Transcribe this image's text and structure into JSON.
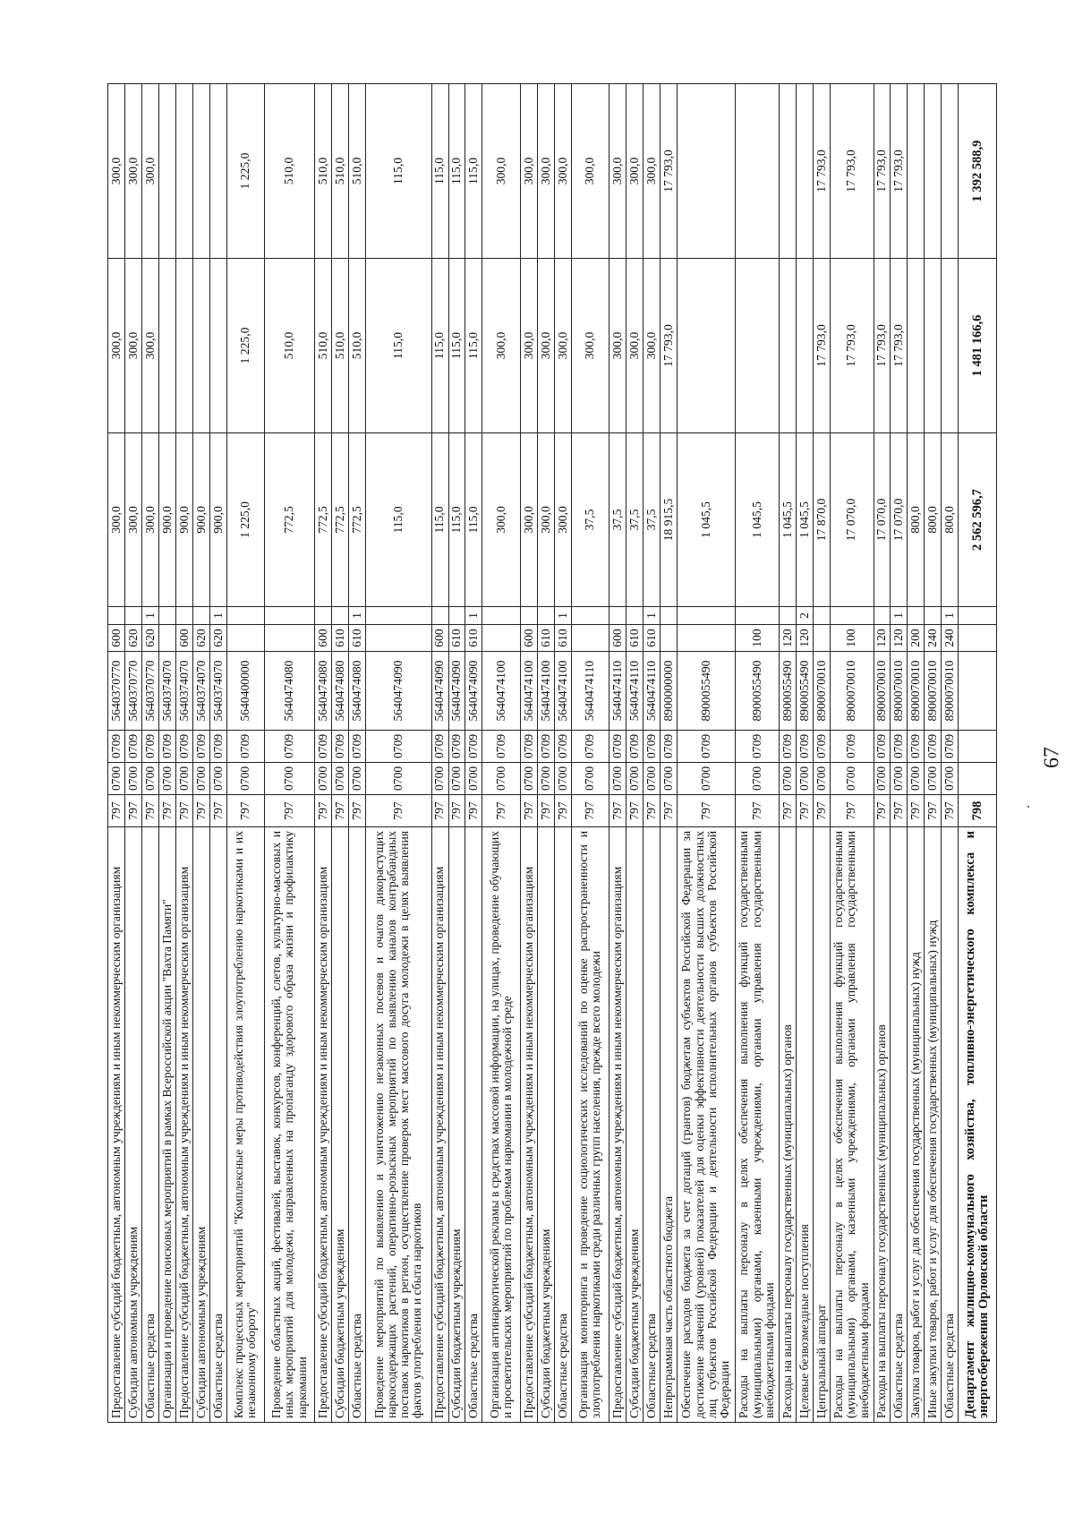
{
  "page_number": "67",
  "rows": [
    {
      "name": "Предоставление субсидий бюджетным, автономным учреждениям и иным некоммерческим организациям",
      "ved": "797",
      "rz": "0700",
      "pr": "0709",
      "csr": "5640370770",
      "vr": "600",
      "prim": "",
      "sum1": "300,0",
      "sum2": "300,0",
      "sum3": "300,0"
    },
    {
      "name": "Субсидии автономным учреждениям",
      "ved": "797",
      "rz": "0700",
      "pr": "0709",
      "csr": "5640370770",
      "vr": "620",
      "prim": "",
      "sum1": "300,0",
      "sum2": "300,0",
      "sum3": "300,0"
    },
    {
      "name": "Областные средства",
      "ved": "797",
      "rz": "0700",
      "pr": "0709",
      "csr": "5640370770",
      "vr": "620",
      "prim": "1",
      "sum1": "300,0",
      "sum2": "300,0",
      "sum3": "300,0"
    },
    {
      "name": "Организация и проведение поисковых мероприятий в рамках Всероссийской акции \"Вахта Памяти\"",
      "ved": "797",
      "rz": "0700",
      "pr": "0709",
      "csr": "5640374070",
      "vr": "",
      "prim": "",
      "sum1": "900,0",
      "sum2": "",
      "sum3": ""
    },
    {
      "name": "Предоставление субсидий бюджетным, автономным учреждениям и иным некоммерческим организациям",
      "ved": "797",
      "rz": "0700",
      "pr": "0709",
      "csr": "5640374070",
      "vr": "600",
      "prim": "",
      "sum1": "900,0",
      "sum2": "",
      "sum3": ""
    },
    {
      "name": "Субсидии автономным учреждениям",
      "ved": "797",
      "rz": "0700",
      "pr": "0709",
      "csr": "5640374070",
      "vr": "620",
      "prim": "",
      "sum1": "900,0",
      "sum2": "",
      "sum3": ""
    },
    {
      "name": "Областные средства",
      "ved": "797",
      "rz": "0700",
      "pr": "0709",
      "csr": "5640374070",
      "vr": "620",
      "prim": "1",
      "sum1": "900,0",
      "sum2": "",
      "sum3": ""
    },
    {
      "name": "Комплекс процессных мероприятий \"Комплексные меры противодействия злоупотреблению наркотиками и их незаконному обороту\"",
      "ved": "797",
      "rz": "0700",
      "pr": "0709",
      "csr": "5640400000",
      "vr": "",
      "prim": "",
      "sum1": "1 225,0",
      "sum2": "1 225,0",
      "sum3": "1 225,0"
    },
    {
      "name": "Проведение областных акций, фестивалей, выставок, конкурсов, конференций, слетов, культурно-массовых и иных мероприятий для молодежи, направленных на пропаганду здорового образа жизни и профилактику наркомании",
      "ved": "797",
      "rz": "0700",
      "pr": "0709",
      "csr": "5640474080",
      "vr": "",
      "prim": "",
      "sum1": "772,5",
      "sum2": "510,0",
      "sum3": "510,0"
    },
    {
      "name": "Предоставление субсидий бюджетным, автономным учреждениям и иным некоммерческим организациям",
      "ved": "797",
      "rz": "0700",
      "pr": "0709",
      "csr": "5640474080",
      "vr": "600",
      "prim": "",
      "sum1": "772,5",
      "sum2": "510,0",
      "sum3": "510,0"
    },
    {
      "name": "Субсидии бюджетным учреждениям",
      "ved": "797",
      "rz": "0700",
      "pr": "0709",
      "csr": "5640474080",
      "vr": "610",
      "prim": "",
      "sum1": "772,5",
      "sum2": "510,0",
      "sum3": "510,0"
    },
    {
      "name": "Областные средства",
      "ved": "797",
      "rz": "0700",
      "pr": "0709",
      "csr": "5640474080",
      "vr": "610",
      "prim": "1",
      "sum1": "772,5",
      "sum2": "510,0",
      "sum3": "510,0"
    },
    {
      "name": "Проведение мероприятий по выявлению и уничтожению незаконных посевов и очагов дикорастущих наркосодержащих растений, оперативно-розыскных мероприятий по выявлению каналов контрабандных поставок наркотиков в регион, осуществление проверок мест массового досуга молодежи в целях выявления фактов употребления и сбыта наркотиков",
      "ved": "797",
      "rz": "0700",
      "pr": "0709",
      "csr": "5640474090",
      "vr": "",
      "prim": "",
      "sum1": "115,0",
      "sum2": "115,0",
      "sum3": "115,0"
    },
    {
      "name": "Предоставление субсидий бюджетным, автономным учреждениям и иным некоммерческим организациям",
      "ved": "797",
      "rz": "0700",
      "pr": "0709",
      "csr": "5640474090",
      "vr": "600",
      "prim": "",
      "sum1": "115,0",
      "sum2": "115,0",
      "sum3": "115,0"
    },
    {
      "name": "Субсидии бюджетным учреждениям",
      "ved": "797",
      "rz": "0700",
      "pr": "0709",
      "csr": "5640474090",
      "vr": "610",
      "prim": "",
      "sum1": "115,0",
      "sum2": "115,0",
      "sum3": "115,0"
    },
    {
      "name": "Областные средства",
      "ved": "797",
      "rz": "0700",
      "pr": "0709",
      "csr": "5640474090",
      "vr": "610",
      "prim": "1",
      "sum1": "115,0",
      "sum2": "115,0",
      "sum3": "115,0"
    },
    {
      "name": "Организация антинаркотической рекламы в средствах массовой информации, на улицах, проведение обучающих и просветительских мероприятий по проблемам наркомании в молодежной среде",
      "ved": "797",
      "rz": "0700",
      "pr": "0709",
      "csr": "5640474100",
      "vr": "",
      "prim": "",
      "sum1": "300,0",
      "sum2": "300,0",
      "sum3": "300,0"
    },
    {
      "name": "Предоставление субсидий бюджетным, автономным учреждениям и иным некоммерческим организациям",
      "ved": "797",
      "rz": "0700",
      "pr": "0709",
      "csr": "5640474100",
      "vr": "600",
      "prim": "",
      "sum1": "300,0",
      "sum2": "300,0",
      "sum3": "300,0"
    },
    {
      "name": "Субсидии бюджетным учреждениям",
      "ved": "797",
      "rz": "0700",
      "pr": "0709",
      "csr": "5640474100",
      "vr": "610",
      "prim": "",
      "sum1": "300,0",
      "sum2": "300,0",
      "sum3": "300,0"
    },
    {
      "name": "Областные средства",
      "ved": "797",
      "rz": "0700",
      "pr": "0709",
      "csr": "5640474100",
      "vr": "610",
      "prim": "1",
      "sum1": "300,0",
      "sum2": "300,0",
      "sum3": "300,0"
    },
    {
      "name": "Организация мониторинга и проведение социологических исследований по оценке распространенности и злоупотребления наркотиками среди различных групп населения, прежде всего молодежи",
      "ved": "797",
      "rz": "0700",
      "pr": "0709",
      "csr": "5640474110",
      "vr": "",
      "prim": "",
      "sum1": "37,5",
      "sum2": "300,0",
      "sum3": "300,0"
    },
    {
      "name": "Предоставление субсидий бюджетным, автономным учреждениям и иным некоммерческим организациям",
      "ved": "797",
      "rz": "0700",
      "pr": "0709",
      "csr": "5640474110",
      "vr": "600",
      "prim": "",
      "sum1": "37,5",
      "sum2": "300,0",
      "sum3": "300,0"
    },
    {
      "name": "Субсидии бюджетным учреждениям",
      "ved": "797",
      "rz": "0700",
      "pr": "0709",
      "csr": "5640474110",
      "vr": "610",
      "prim": "",
      "sum1": "37,5",
      "sum2": "300,0",
      "sum3": "300,0"
    },
    {
      "name": "Областные средства",
      "ved": "797",
      "rz": "0700",
      "pr": "0709",
      "csr": "5640474110",
      "vr": "610",
      "prim": "1",
      "sum1": "37,5",
      "sum2": "300,0",
      "sum3": "300,0"
    },
    {
      "name": "Непрограммная часть областного бюджета",
      "ved": "797",
      "rz": "0700",
      "pr": "0709",
      "csr": "8900000000",
      "vr": "",
      "prim": "",
      "sum1": "18 915,5",
      "sum2": "17 793,0",
      "sum3": "17 793,0"
    },
    {
      "name": "Обеспечение расходов бюджета за счет дотаций (грантов) бюджетам субъектов Российской Федерации за достижение значений (уровней) показателей для оценки эффективности деятельности высших должностных лиц субъектов Российской Федерации и деятельности исполнительных органов субъектов Российской Федерации",
      "ved": "797",
      "rz": "0700",
      "pr": "0709",
      "csr": "8900055490",
      "vr": "",
      "prim": "",
      "sum1": "1 045,5",
      "sum2": "",
      "sum3": ""
    },
    {
      "name": "Расходы на выплаты персоналу в целях обеспечения выполнения функций государственными (муниципальными) органами, казенными учреждениями, органами управления государственными внебюджетными фондами",
      "ved": "797",
      "rz": "0700",
      "pr": "0709",
      "csr": "8900055490",
      "vr": "100",
      "prim": "",
      "sum1": "1 045,5",
      "sum2": "",
      "sum3": ""
    },
    {
      "name": "Расходы на выплаты персоналу государственных (муниципальных) органов",
      "ved": "797",
      "rz": "0700",
      "pr": "0709",
      "csr": "8900055490",
      "vr": "120",
      "prim": "",
      "sum1": "1 045,5",
      "sum2": "",
      "sum3": ""
    },
    {
      "name": "Целевые безвозмездные поступления",
      "ved": "797",
      "rz": "0700",
      "pr": "0709",
      "csr": "8900055490",
      "vr": "120",
      "prim": "2",
      "sum1": "1 045,5",
      "sum2": "",
      "sum3": ""
    },
    {
      "name": "Центральный аппарат",
      "ved": "797",
      "rz": "0700",
      "pr": "0709",
      "csr": "8900070010",
      "vr": "",
      "prim": "",
      "sum1": "17 870,0",
      "sum2": "17 793,0",
      "sum3": "17 793,0"
    },
    {
      "name": "Расходы на выплаты персоналу в целях обеспечения выполнения функций государственными (муниципальными) органами, казенными учреждениями, органами управления государственными внебюджетными фондами",
      "ved": "797",
      "rz": "0700",
      "pr": "0709",
      "csr": "8900070010",
      "vr": "100",
      "prim": "",
      "sum1": "17 070,0",
      "sum2": "17 793,0",
      "sum3": "17 793,0"
    },
    {
      "name": "Расходы на выплаты персоналу государственных (муниципальных) органов",
      "ved": "797",
      "rz": "0700",
      "pr": "0709",
      "csr": "8900070010",
      "vr": "120",
      "prim": "",
      "sum1": "17 070,0",
      "sum2": "17 793,0",
      "sum3": "17 793,0"
    },
    {
      "name": "Областные средства",
      "ved": "797",
      "rz": "0700",
      "pr": "0709",
      "csr": "8900070010",
      "vr": "120",
      "prim": "1",
      "sum1": "17 070,0",
      "sum2": "17 793,0",
      "sum3": "17 793,0"
    },
    {
      "name": "Закупка товаров, работ и услуг для обеспечения государственных (муниципальных) нужд",
      "ved": "797",
      "rz": "0700",
      "pr": "0709",
      "csr": "8900070010",
      "vr": "200",
      "prim": "",
      "sum1": "800,0",
      "sum2": "",
      "sum3": ""
    },
    {
      "name": "Иные закупки товаров, работ и услуг для обеспечения государственных (муниципальных) нужд",
      "ved": "797",
      "rz": "0700",
      "pr": "0709",
      "csr": "8900070010",
      "vr": "240",
      "prim": "",
      "sum1": "800,0",
      "sum2": "",
      "sum3": ""
    },
    {
      "name": "Областные средства",
      "ved": "797",
      "rz": "0700",
      "pr": "0709",
      "csr": "8900070010",
      "vr": "240",
      "prim": "1",
      "sum1": "800,0",
      "sum2": "",
      "sum3": ""
    },
    {
      "name": "Департамент жилищно-коммунального хозяйства, топливно-энергетического комплекса и энергосбережения Орловской области",
      "ved": "798",
      "rz": "",
      "pr": "",
      "csr": "",
      "vr": "",
      "prim": "",
      "sum1": "2 562 596,7",
      "sum2": "1 481 166,6",
      "sum3": "1 392 588,9",
      "bold": true
    }
  ]
}
